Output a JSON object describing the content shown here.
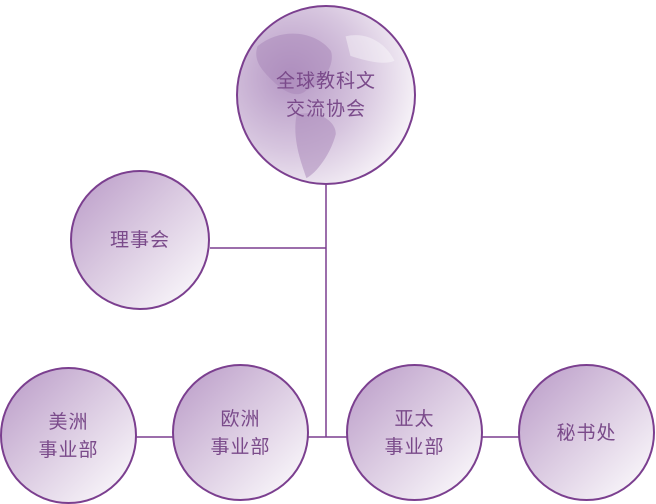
{
  "root": {
    "line1": "全球教科文",
    "line2": "交流协会"
  },
  "board": {
    "label": "理事会"
  },
  "departments": [
    {
      "line1": "美洲",
      "line2": "事业部"
    },
    {
      "line1": "欧洲",
      "line2": "事业部"
    },
    {
      "line1": "亚太",
      "line2": "事业部"
    },
    {
      "line1": "秘书处",
      "line2": ""
    }
  ],
  "colors": {
    "stroke": "#7b3f8f",
    "text": "#7a4a8a"
  }
}
